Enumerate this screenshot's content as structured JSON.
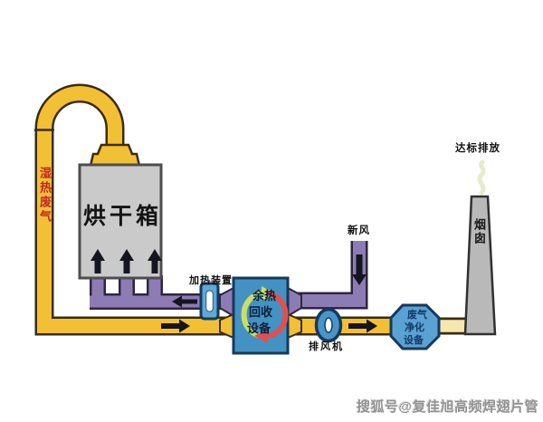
{
  "labels": {
    "wet_exhaust_gas": "湿热废气",
    "drying_oven": "烘干箱",
    "heating_device": "加热装置",
    "fresh_air": "新风",
    "exhaust_fan": "排风机",
    "emission_standard": "达标排放",
    "chimney": "烟囱",
    "watermark": "搜狐号@复佳旭高频焊翅片管"
  },
  "heat_recovery_unit": {
    "lines": [
      "余热",
      "回收",
      "设备"
    ]
  },
  "purifier_unit": {
    "lines": [
      "废气",
      "净化",
      "设备"
    ]
  },
  "colors": {
    "pipe_yellow": "#f2c035",
    "pipe_pale_yellow": "#f6e7ad",
    "pipe_purple": "#8d7cb4",
    "pipe_outline_dark": "#3a2c10",
    "purple_outline_dark": "#2e2640",
    "oven_gray": "#cacaca",
    "chimney_gray": "#b9b9b9",
    "unit_blue": "#4492c4",
    "device_blue": "#5fa8d8",
    "fan_blue": "#4696cc",
    "purifier_blue": "#5aa2d2",
    "recycle_green": "#cade67",
    "recycle_red": "#e05050",
    "label_red": "#c52222",
    "arrow_black": "#15151f",
    "smoke_pale": "#e8ebcb"
  }
}
